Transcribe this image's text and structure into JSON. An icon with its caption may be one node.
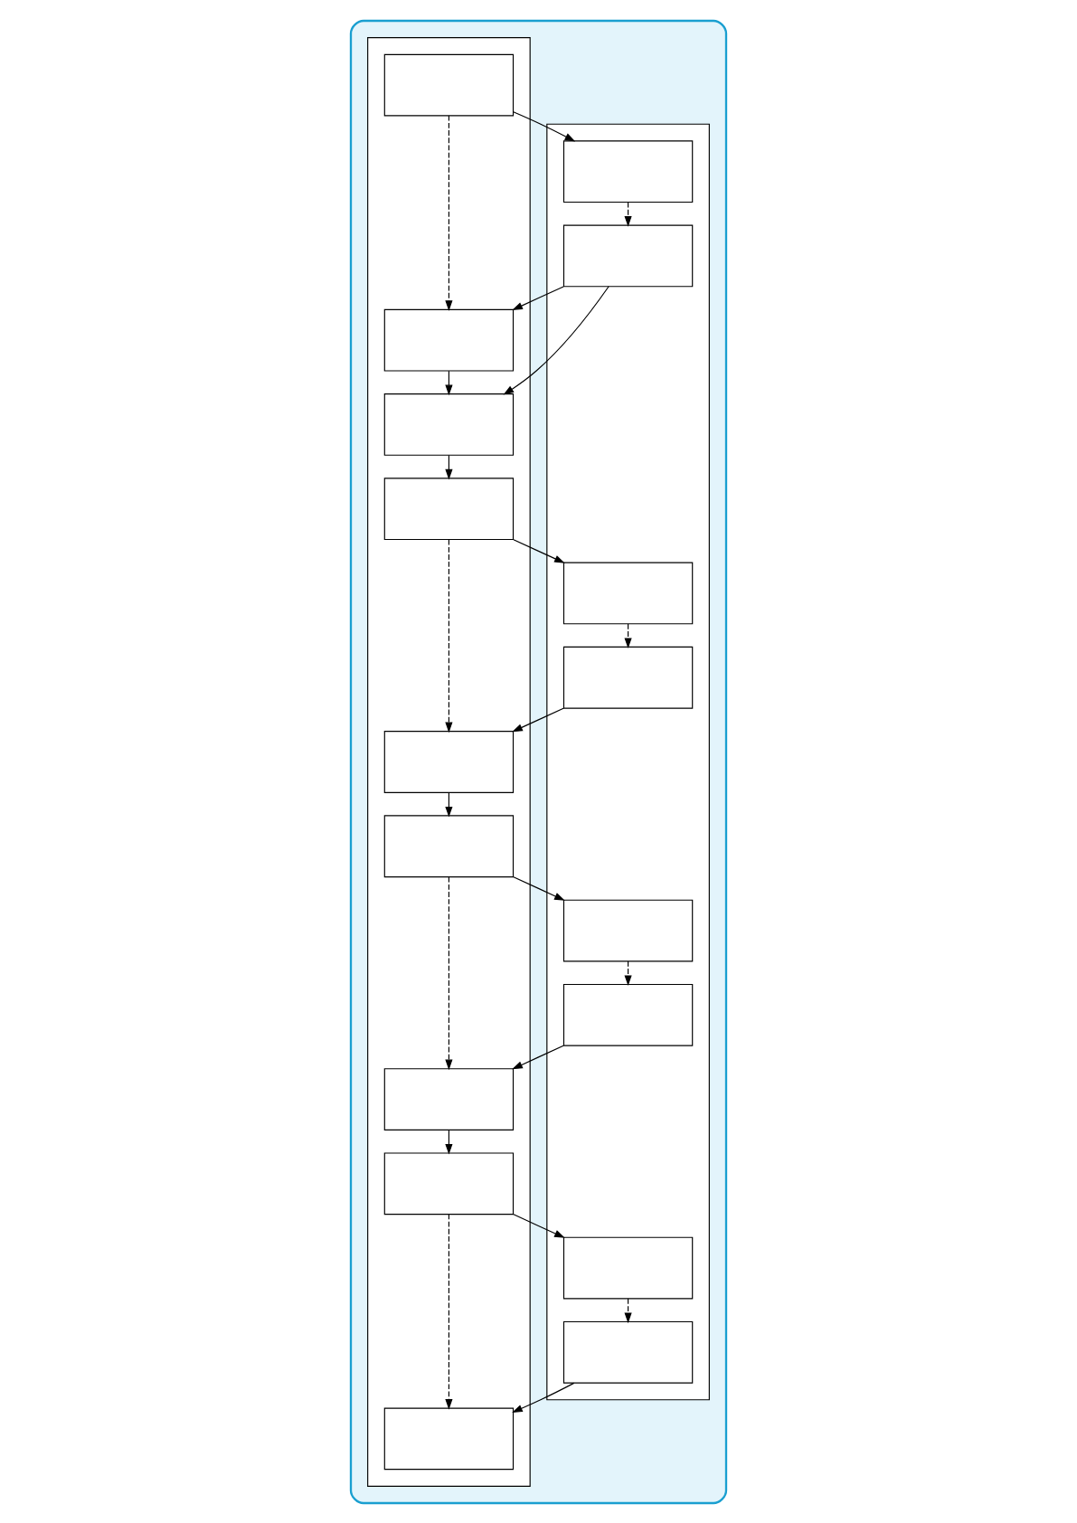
{
  "diagram": {
    "nodes": [
      {
        "text": [],
        "shape": "box"
      },
      {
        "text": [],
        "shape": "box",
        "in": 0
      },
      {
        "text": [],
        "shape": "box",
        "in": 1
      },
      {
        "text": [],
        "shape": "box",
        "in": 1
      },
      {
        "text": [],
        "shape": "box",
        "in": 1
      },
      {
        "text": [],
        "shape": "box",
        "in": 1
      },
      {
        "text": [],
        "shape": "box",
        "in": 1
      },
      {
        "text": [],
        "shape": "box",
        "in": 1
      },
      {
        "text": [],
        "shape": "box",
        "in": 1
      },
      {
        "text": [],
        "shape": "box",
        "in": 1
      },
      {
        "text": [],
        "shape": "box",
        "in": 0
      },
      {
        "text": [],
        "shape": "box",
        "in": 10
      },
      {
        "text": [],
        "shape": "box",
        "in": 10
      },
      {
        "text": [],
        "shape": "box",
        "in": 10
      },
      {
        "text": [],
        "shape": "box",
        "in": 10
      },
      {
        "text": [],
        "shape": "box",
        "in": 10
      },
      {
        "text": [],
        "shape": "box",
        "in": 10
      },
      {
        "text": [],
        "shape": "box",
        "in": 10
      },
      {
        "text": [],
        "shape": "box",
        "in": 10
      },
      {
        "text": [],
        "shape": "box",
        "in": 10
      }
    ],
    "edges": [
      {
        "from": 11,
        "to": 2,
        "arrow": "to"
      },
      {
        "from": 11,
        "to": 12,
        "arrow": "to",
        "style": "dashed"
      },
      {
        "from": 2,
        "to": 3,
        "arrow": "to",
        "style": "dashed"
      },
      {
        "from": 3,
        "to": 12,
        "arrow": "to"
      },
      {
        "from": 3,
        "to": 13,
        "arrow": "to"
      },
      {
        "from": 12,
        "to": 13,
        "arrow": "to"
      },
      {
        "from": 13,
        "to": 14,
        "arrow": "to"
      },
      {
        "from": 14,
        "to": 4,
        "arrow": "to"
      },
      {
        "from": 4,
        "to": 5,
        "arrow": "to",
        "style": "dashed"
      },
      {
        "from": 14,
        "to": 15,
        "arrow": "to",
        "style": "dashed"
      },
      {
        "from": 5,
        "to": 15,
        "arrow": "to"
      },
      {
        "from": 15,
        "to": 16,
        "arrow": "to"
      },
      {
        "from": 16,
        "to": 6,
        "arrow": "to"
      },
      {
        "from": 6,
        "to": 7,
        "arrow": "to",
        "style": "dashed"
      },
      {
        "from": 16,
        "to": 17,
        "arrow": "to",
        "style": "dashed"
      },
      {
        "from": 7,
        "to": 17,
        "arrow": "to"
      },
      {
        "from": 17,
        "to": 18,
        "arrow": "to"
      },
      {
        "from": 18,
        "to": 8,
        "arrow": "to"
      },
      {
        "from": 8,
        "to": 9,
        "arrow": "to",
        "style": "dashed"
      },
      {
        "from": 18,
        "to": 19,
        "arrow": "to",
        "style": "dashed"
      },
      {
        "from": 9,
        "to": 19,
        "arrow": "to"
      }
    ]
  }
}
